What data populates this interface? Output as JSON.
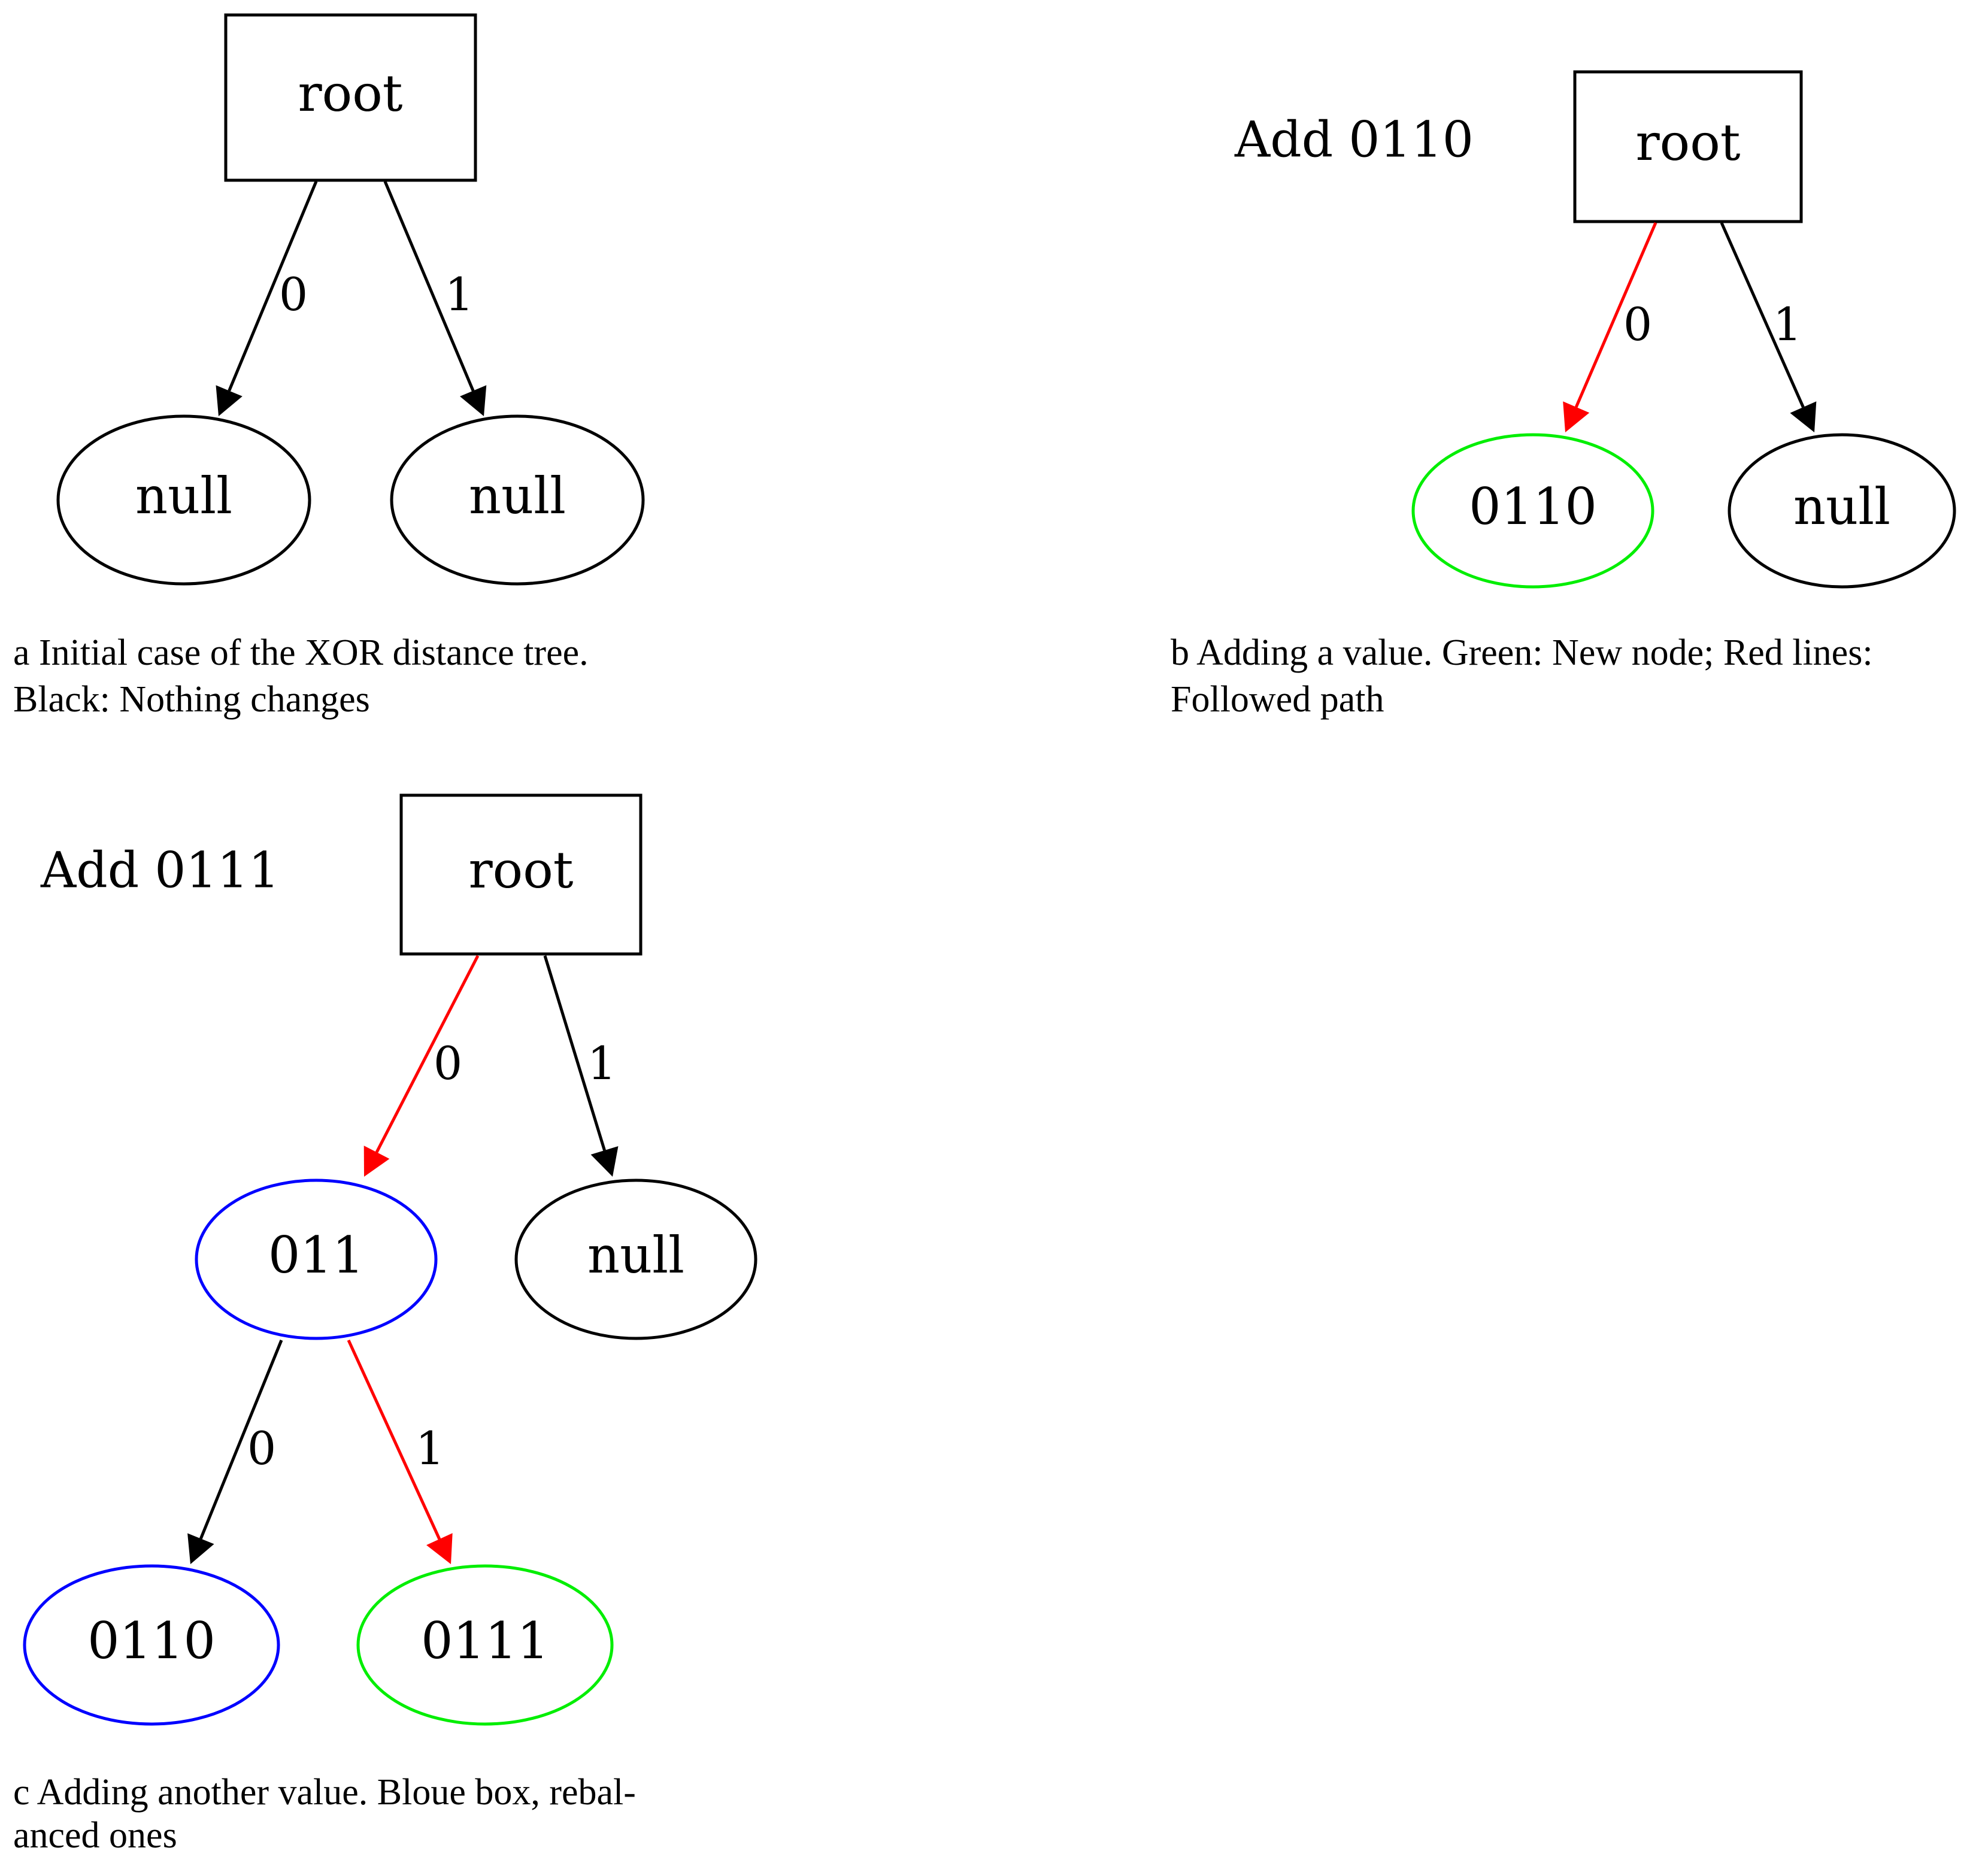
{
  "colors": {
    "default": "#000000",
    "followed_path": "#ff0000",
    "new_node": "#00ee00",
    "rebalanced": "#0000ff"
  },
  "panel_a": {
    "root": "root",
    "edge_left": "0",
    "edge_right": "1",
    "left_node": "null",
    "right_node": "null",
    "caption_line1": "a  Initial case of the XOR distance tree.",
    "caption_line2": "Black: Nothing changes"
  },
  "panel_b": {
    "step": "Add 0110",
    "root": "root",
    "edge_left": "0",
    "edge_right": "1",
    "left_node": "0110",
    "right_node": "null",
    "caption_line1": "b  Adding a value. Green: New node; Red lines:",
    "caption_line2": "Followed path"
  },
  "panel_c": {
    "step": "Add 0111",
    "root": "root",
    "edge_left": "0",
    "edge_right": "1",
    "mid_node": "011",
    "right_node": "null",
    "edge_mid_left": "0",
    "edge_mid_right": "1",
    "leaf_left": "0110",
    "leaf_right": "0111",
    "caption_line1": "c  Adding another value.  Bloue box, rebal-",
    "caption_line2": "anced ones"
  }
}
